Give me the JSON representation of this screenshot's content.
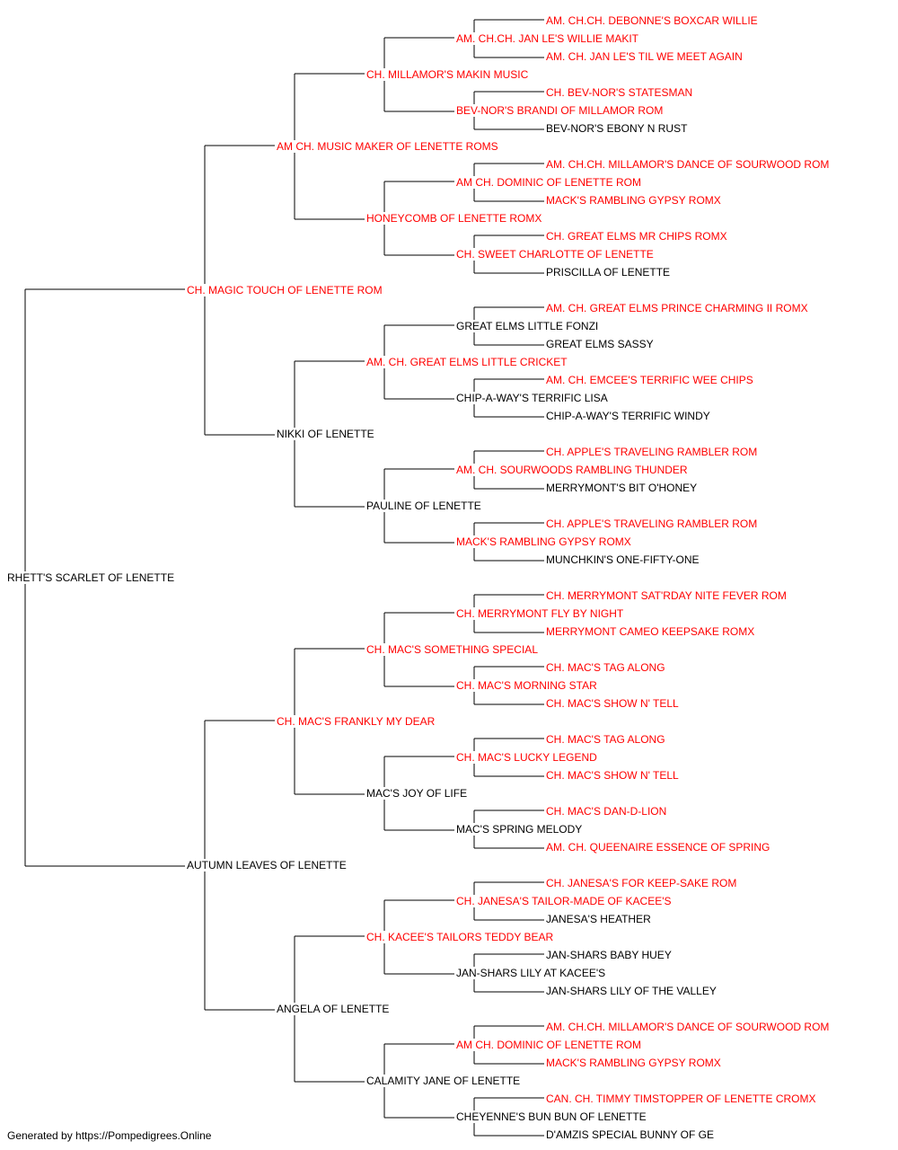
{
  "colors": {
    "champion": "#ff0000",
    "regular": "#000000",
    "line": "#000000",
    "background": "#ffffff"
  },
  "footer": "Generated by https://Pompedigrees.Online",
  "pedigree": [
    {
      "gen": 0,
      "name": "RHETT'S SCARLET OF LENETTE",
      "champion": false
    },
    {
      "gen": 1,
      "name": "CH. MAGIC TOUCH OF LENETTE ROM",
      "champion": true
    },
    {
      "gen": 1,
      "name": "AUTUMN LEAVES OF LENETTE",
      "champion": false
    },
    {
      "gen": 2,
      "name": "AM CH. MUSIC MAKER OF LENETTE ROMS",
      "champion": true
    },
    {
      "gen": 2,
      "name": "NIKKI OF LENETTE",
      "champion": false
    },
    {
      "gen": 2,
      "name": "CH. MAC'S FRANKLY MY DEAR",
      "champion": true
    },
    {
      "gen": 2,
      "name": "ANGELA OF LENETTE",
      "champion": false
    },
    {
      "gen": 3,
      "name": "CH. MILLAMOR'S MAKIN MUSIC",
      "champion": true
    },
    {
      "gen": 3,
      "name": "HONEYCOMB OF LENETTE ROMX",
      "champion": true
    },
    {
      "gen": 3,
      "name": "AM. CH. GREAT ELMS LITTLE CRICKET",
      "champion": true
    },
    {
      "gen": 3,
      "name": "PAULINE OF LENETTE",
      "champion": false
    },
    {
      "gen": 3,
      "name": "CH. MAC'S SOMETHING SPECIAL",
      "champion": true
    },
    {
      "gen": 3,
      "name": "MAC'S JOY OF LIFE",
      "champion": false
    },
    {
      "gen": 3,
      "name": "CH. KACEE'S TAILORS TEDDY BEAR",
      "champion": true
    },
    {
      "gen": 3,
      "name": "CALAMITY JANE OF LENETTE",
      "champion": false
    },
    {
      "gen": 4,
      "name": "AM. CH.CH. JAN LE'S WILLIE MAKIT",
      "champion": true
    },
    {
      "gen": 4,
      "name": "BEV-NOR'S BRANDI OF MILLAMOR ROM",
      "champion": true
    },
    {
      "gen": 4,
      "name": "AM CH. DOMINIC OF LENETTE ROM",
      "champion": true
    },
    {
      "gen": 4,
      "name": "CH. SWEET CHARLOTTE OF LENETTE",
      "champion": true
    },
    {
      "gen": 4,
      "name": "GREAT ELMS LITTLE FONZI",
      "champion": false
    },
    {
      "gen": 4,
      "name": "CHIP-A-WAY'S TERRIFIC LISA",
      "champion": false
    },
    {
      "gen": 4,
      "name": "AM. CH. SOURWOODS RAMBLING THUNDER",
      "champion": true
    },
    {
      "gen": 4,
      "name": "MACK'S RAMBLING GYPSY ROMX",
      "champion": true
    },
    {
      "gen": 4,
      "name": "CH. MERRYMONT FLY BY NIGHT",
      "champion": true
    },
    {
      "gen": 4,
      "name": "CH. MAC'S MORNING STAR",
      "champion": true
    },
    {
      "gen": 4,
      "name": "CH. MAC'S LUCKY LEGEND",
      "champion": true
    },
    {
      "gen": 4,
      "name": "MAC'S SPRING MELODY",
      "champion": false
    },
    {
      "gen": 4,
      "name": "CH. JANESA'S TAILOR-MADE OF KACEE'S",
      "champion": true
    },
    {
      "gen": 4,
      "name": "JAN-SHARS LILY AT KACEE'S",
      "champion": false
    },
    {
      "gen": 4,
      "name": "AM CH. DOMINIC OF LENETTE ROM",
      "champion": true
    },
    {
      "gen": 4,
      "name": "CHEYENNE'S BUN BUN OF LENETTE",
      "champion": false
    },
    {
      "gen": 5,
      "name": "AM. CH.CH. DEBONNE'S BOXCAR WILLIE",
      "champion": true
    },
    {
      "gen": 5,
      "name": "AM. CH. JAN LE'S TIL WE MEET AGAIN",
      "champion": true
    },
    {
      "gen": 5,
      "name": "CH. BEV-NOR'S STATESMAN",
      "champion": true
    },
    {
      "gen": 5,
      "name": "BEV-NOR'S EBONY N RUST",
      "champion": false
    },
    {
      "gen": 5,
      "name": "AM. CH.CH. MILLAMOR'S DANCE OF SOURWOOD ROM",
      "champion": true
    },
    {
      "gen": 5,
      "name": "MACK'S RAMBLING GYPSY ROMX",
      "champion": true
    },
    {
      "gen": 5,
      "name": "CH. GREAT ELMS MR CHIPS ROMX",
      "champion": true
    },
    {
      "gen": 5,
      "name": "PRISCILLA OF LENETTE",
      "champion": false
    },
    {
      "gen": 5,
      "name": "AM. CH. GREAT ELMS PRINCE CHARMING II ROMX",
      "champion": true
    },
    {
      "gen": 5,
      "name": "GREAT ELMS SASSY",
      "champion": false
    },
    {
      "gen": 5,
      "name": "AM. CH. EMCEE'S TERRIFIC WEE CHIPS",
      "champion": true
    },
    {
      "gen": 5,
      "name": "CHIP-A-WAY'S TERRIFIC WINDY",
      "champion": false
    },
    {
      "gen": 5,
      "name": "CH. APPLE'S TRAVELING RAMBLER ROM",
      "champion": true
    },
    {
      "gen": 5,
      "name": "MERRYMONT'S BIT O'HONEY",
      "champion": false
    },
    {
      "gen": 5,
      "name": "CH. APPLE'S TRAVELING RAMBLER ROM",
      "champion": true
    },
    {
      "gen": 5,
      "name": "MUNCHKIN'S ONE-FIFTY-ONE",
      "champion": false
    },
    {
      "gen": 5,
      "name": "CH. MERRYMONT SAT'RDAY NITE FEVER ROM",
      "champion": true
    },
    {
      "gen": 5,
      "name": "MERRYMONT CAMEO KEEPSAKE ROMX",
      "champion": true
    },
    {
      "gen": 5,
      "name": "CH. MAC'S TAG ALONG",
      "champion": true
    },
    {
      "gen": 5,
      "name": "CH. MAC'S SHOW N' TELL",
      "champion": true
    },
    {
      "gen": 5,
      "name": "CH. MAC'S TAG ALONG",
      "champion": true
    },
    {
      "gen": 5,
      "name": "CH. MAC'S SHOW N' TELL",
      "champion": true
    },
    {
      "gen": 5,
      "name": "CH. MAC'S DAN-D-LION",
      "champion": true
    },
    {
      "gen": 5,
      "name": "AM. CH. QUEENAIRE ESSENCE OF SPRING",
      "champion": true
    },
    {
      "gen": 5,
      "name": "CH. JANESA'S FOR KEEP-SAKE ROM",
      "champion": true
    },
    {
      "gen": 5,
      "name": "JANESA'S HEATHER",
      "champion": false
    },
    {
      "gen": 5,
      "name": "JAN-SHARS BABY HUEY",
      "champion": false
    },
    {
      "gen": 5,
      "name": "JAN-SHARS LILY OF THE VALLEY",
      "champion": false
    },
    {
      "gen": 5,
      "name": "AM. CH.CH. MILLAMOR'S DANCE OF SOURWOOD ROM",
      "champion": true
    },
    {
      "gen": 5,
      "name": "MACK'S RAMBLING GYPSY ROMX",
      "champion": true
    },
    {
      "gen": 5,
      "name": "CAN. CH. TIMMY TIMSTOPPER OF LENETTE CROMX",
      "champion": true
    },
    {
      "gen": 5,
      "name": "D'AMZIS SPECIAL BUNNY OF GE",
      "champion": false
    }
  ]
}
